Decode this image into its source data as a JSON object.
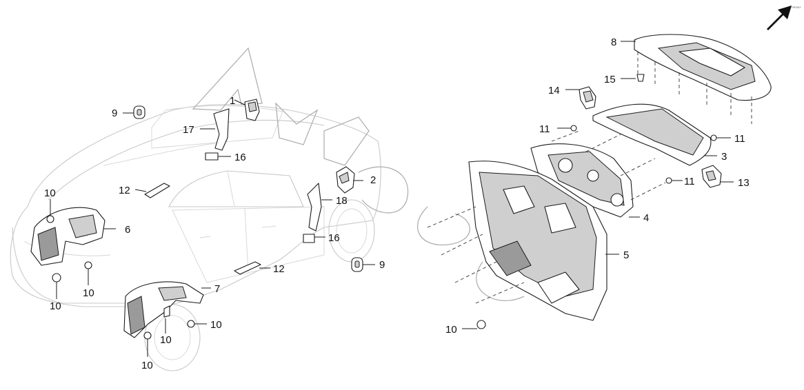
{
  "callouts": [
    {
      "id": "c1",
      "text": "1"
    },
    {
      "id": "c2",
      "text": "2"
    },
    {
      "id": "c3",
      "text": "3"
    },
    {
      "id": "c4",
      "text": "4"
    },
    {
      "id": "c5",
      "text": "5"
    },
    {
      "id": "c6",
      "text": "6"
    },
    {
      "id": "c7",
      "text": "7"
    },
    {
      "id": "c8",
      "text": "8"
    },
    {
      "id": "c9a",
      "text": "9"
    },
    {
      "id": "c9b",
      "text": "9"
    },
    {
      "id": "c10a",
      "text": "10"
    },
    {
      "id": "c10b",
      "text": "10"
    },
    {
      "id": "c10c",
      "text": "10"
    },
    {
      "id": "c10d",
      "text": "10"
    },
    {
      "id": "c10e",
      "text": "10"
    },
    {
      "id": "c10f",
      "text": "10"
    },
    {
      "id": "c11a",
      "text": "11"
    },
    {
      "id": "c11b",
      "text": "11"
    },
    {
      "id": "c11c",
      "text": "11"
    },
    {
      "id": "c12a",
      "text": "12"
    },
    {
      "id": "c12b",
      "text": "12"
    },
    {
      "id": "c13",
      "text": "13"
    },
    {
      "id": "c14",
      "text": "14"
    },
    {
      "id": "c15",
      "text": "15"
    },
    {
      "id": "c16a",
      "text": "16"
    },
    {
      "id": "c16b",
      "text": "16"
    },
    {
      "id": "c17",
      "text": "17"
    },
    {
      "id": "c18",
      "text": "18"
    }
  ],
  "front_arrow_text": "FRONT",
  "icons": {
    "direction": "front-direction-arrow-icon"
  }
}
